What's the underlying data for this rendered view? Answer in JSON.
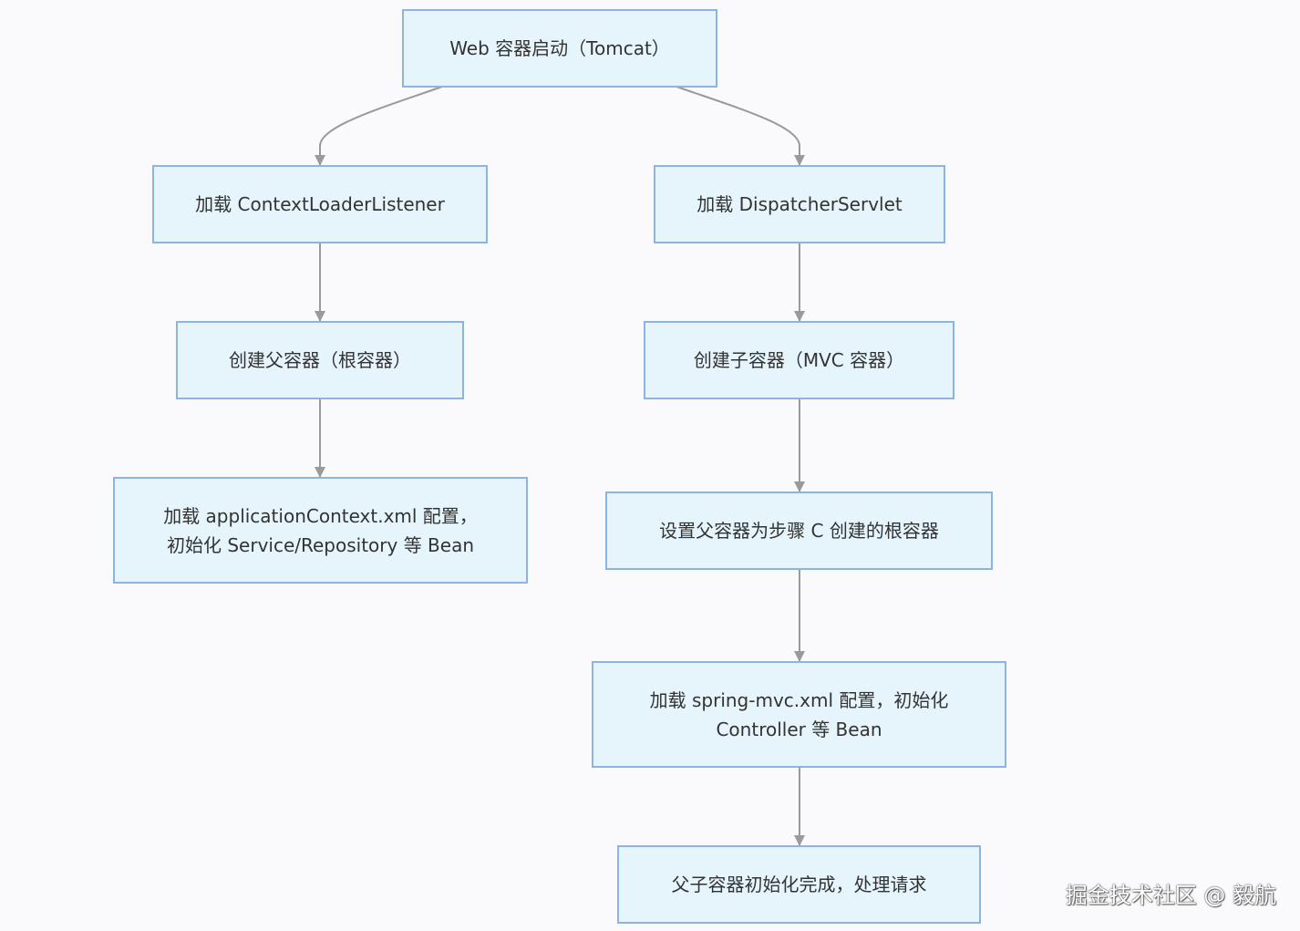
{
  "colors": {
    "node_fill": "#e6f4fc",
    "node_border": "#8cb4e0",
    "edge": "#9a9a9a",
    "background": "#fafafc"
  },
  "nodes": {
    "web": {
      "line1": "Web 容器启动（Tomcat）"
    },
    "load_listener": {
      "line1": "加载 ContextLoaderListener"
    },
    "load_dispatcher": {
      "line1": "加载 DispatcherServlet"
    },
    "create_parent": {
      "line1": "创建父容器（根容器）"
    },
    "create_child": {
      "line1": "创建子容器（MVC 容器）"
    },
    "load_appctx": {
      "line1": "加载 applicationContext.xml 配置，",
      "line2": "初始化 Service/Repository 等 Bean"
    },
    "set_parent": {
      "line1": "设置父容器为步骤 C 创建的根容器"
    },
    "load_mvc": {
      "line1": "加载 spring-mvc.xml 配置，初始化",
      "line2": "Controller 等 Bean"
    },
    "done": {
      "line1": "父子容器初始化完成，处理请求"
    }
  },
  "watermark": "掘金技术社区 @ 毅航"
}
